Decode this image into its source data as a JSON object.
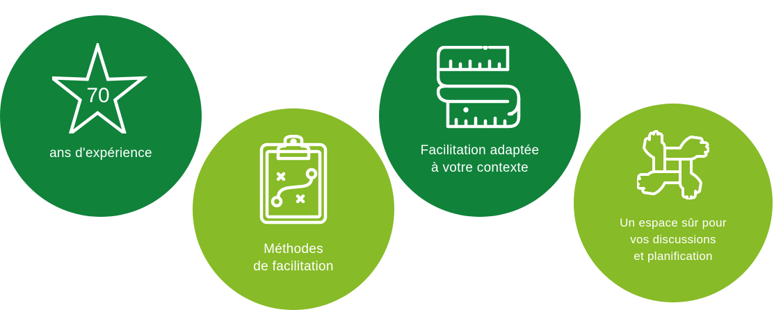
{
  "colors": {
    "dark_green": "#10823a",
    "light_green": "#87bb27",
    "icon_stroke": "#ffffff"
  },
  "items": [
    {
      "icon": "star-icon",
      "number": "70",
      "label": "ans d'expérience"
    },
    {
      "icon": "clipboard-strategy-icon",
      "label": "Méthodes\nde facilitation"
    },
    {
      "icon": "measuring-tape-icon",
      "label": "Facilitation adaptée\nà votre contexte"
    },
    {
      "icon": "joined-hands-icon",
      "label": "Un espace sûr pour\nvos discussions\net planification"
    }
  ]
}
